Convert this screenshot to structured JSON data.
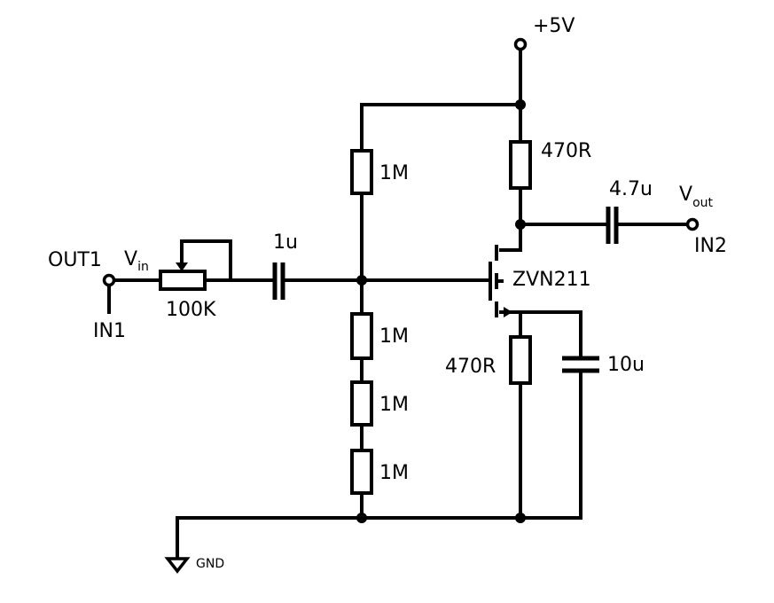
{
  "supply": {
    "label": "+5V"
  },
  "ground": {
    "label": "GND"
  },
  "input": {
    "terminal": "OUT1",
    "pin": "IN1",
    "signal_main": "V",
    "signal_sub": "in"
  },
  "output": {
    "signal_main": "V",
    "signal_sub": "out",
    "pin": "IN2"
  },
  "components": {
    "pot": "100K",
    "c_in": "1u",
    "r_bias_top": "1M",
    "r_bias_1": "1M",
    "r_bias_2": "1M",
    "r_bias_3": "1M",
    "r_drain": "470R",
    "c_out": "4.7u",
    "mosfet": "ZVN211",
    "r_source": "470R",
    "c_source": "10u"
  }
}
